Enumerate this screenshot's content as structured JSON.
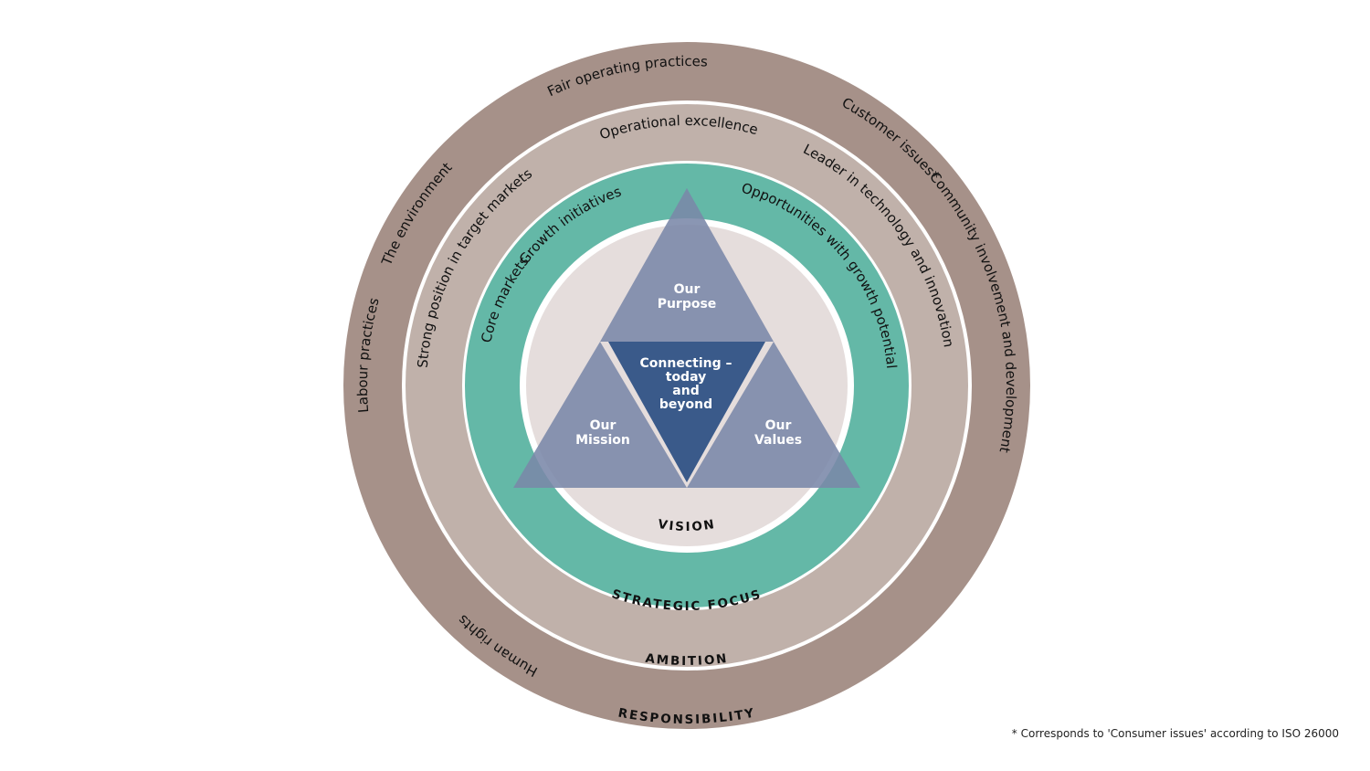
{
  "colors": {
    "responsibility_ring": "#a69189",
    "ambition_ring": "#c0b1aa",
    "strategic_focus_ring": "#64b8a7",
    "vision_disc": "#e5dddc",
    "ring_gap": "#ffffff",
    "triangle": "#7a87a8",
    "center_triangle": "#3a5a8a"
  },
  "rings": {
    "responsibility": {
      "title": "RESPONSIBILITY",
      "items": [
        "Fair operating practices",
        "Customer issues*",
        "Community involvement and development",
        "Human rights",
        "Labour practices",
        "The environment"
      ]
    },
    "ambition": {
      "title": "AMBITION",
      "items": [
        "Operational excellence",
        "Leader in technology and innovation",
        "Strong position in target markets"
      ]
    },
    "strategic_focus": {
      "title": "STRATEGIC FOCUS",
      "items": [
        "Growth initiatives",
        "Opportunities with growth potential",
        "Core markets"
      ]
    },
    "vision": {
      "title": "VISION"
    }
  },
  "triangles": {
    "purpose": [
      "Our",
      "Purpose"
    ],
    "mission": [
      "Our",
      "Mission"
    ],
    "values": [
      "Our",
      "Values"
    ],
    "center": [
      "Connecting –",
      "today",
      "and",
      "beyond"
    ]
  },
  "footnote": "* Corresponds to 'Consumer issues' according to ISO 26000"
}
